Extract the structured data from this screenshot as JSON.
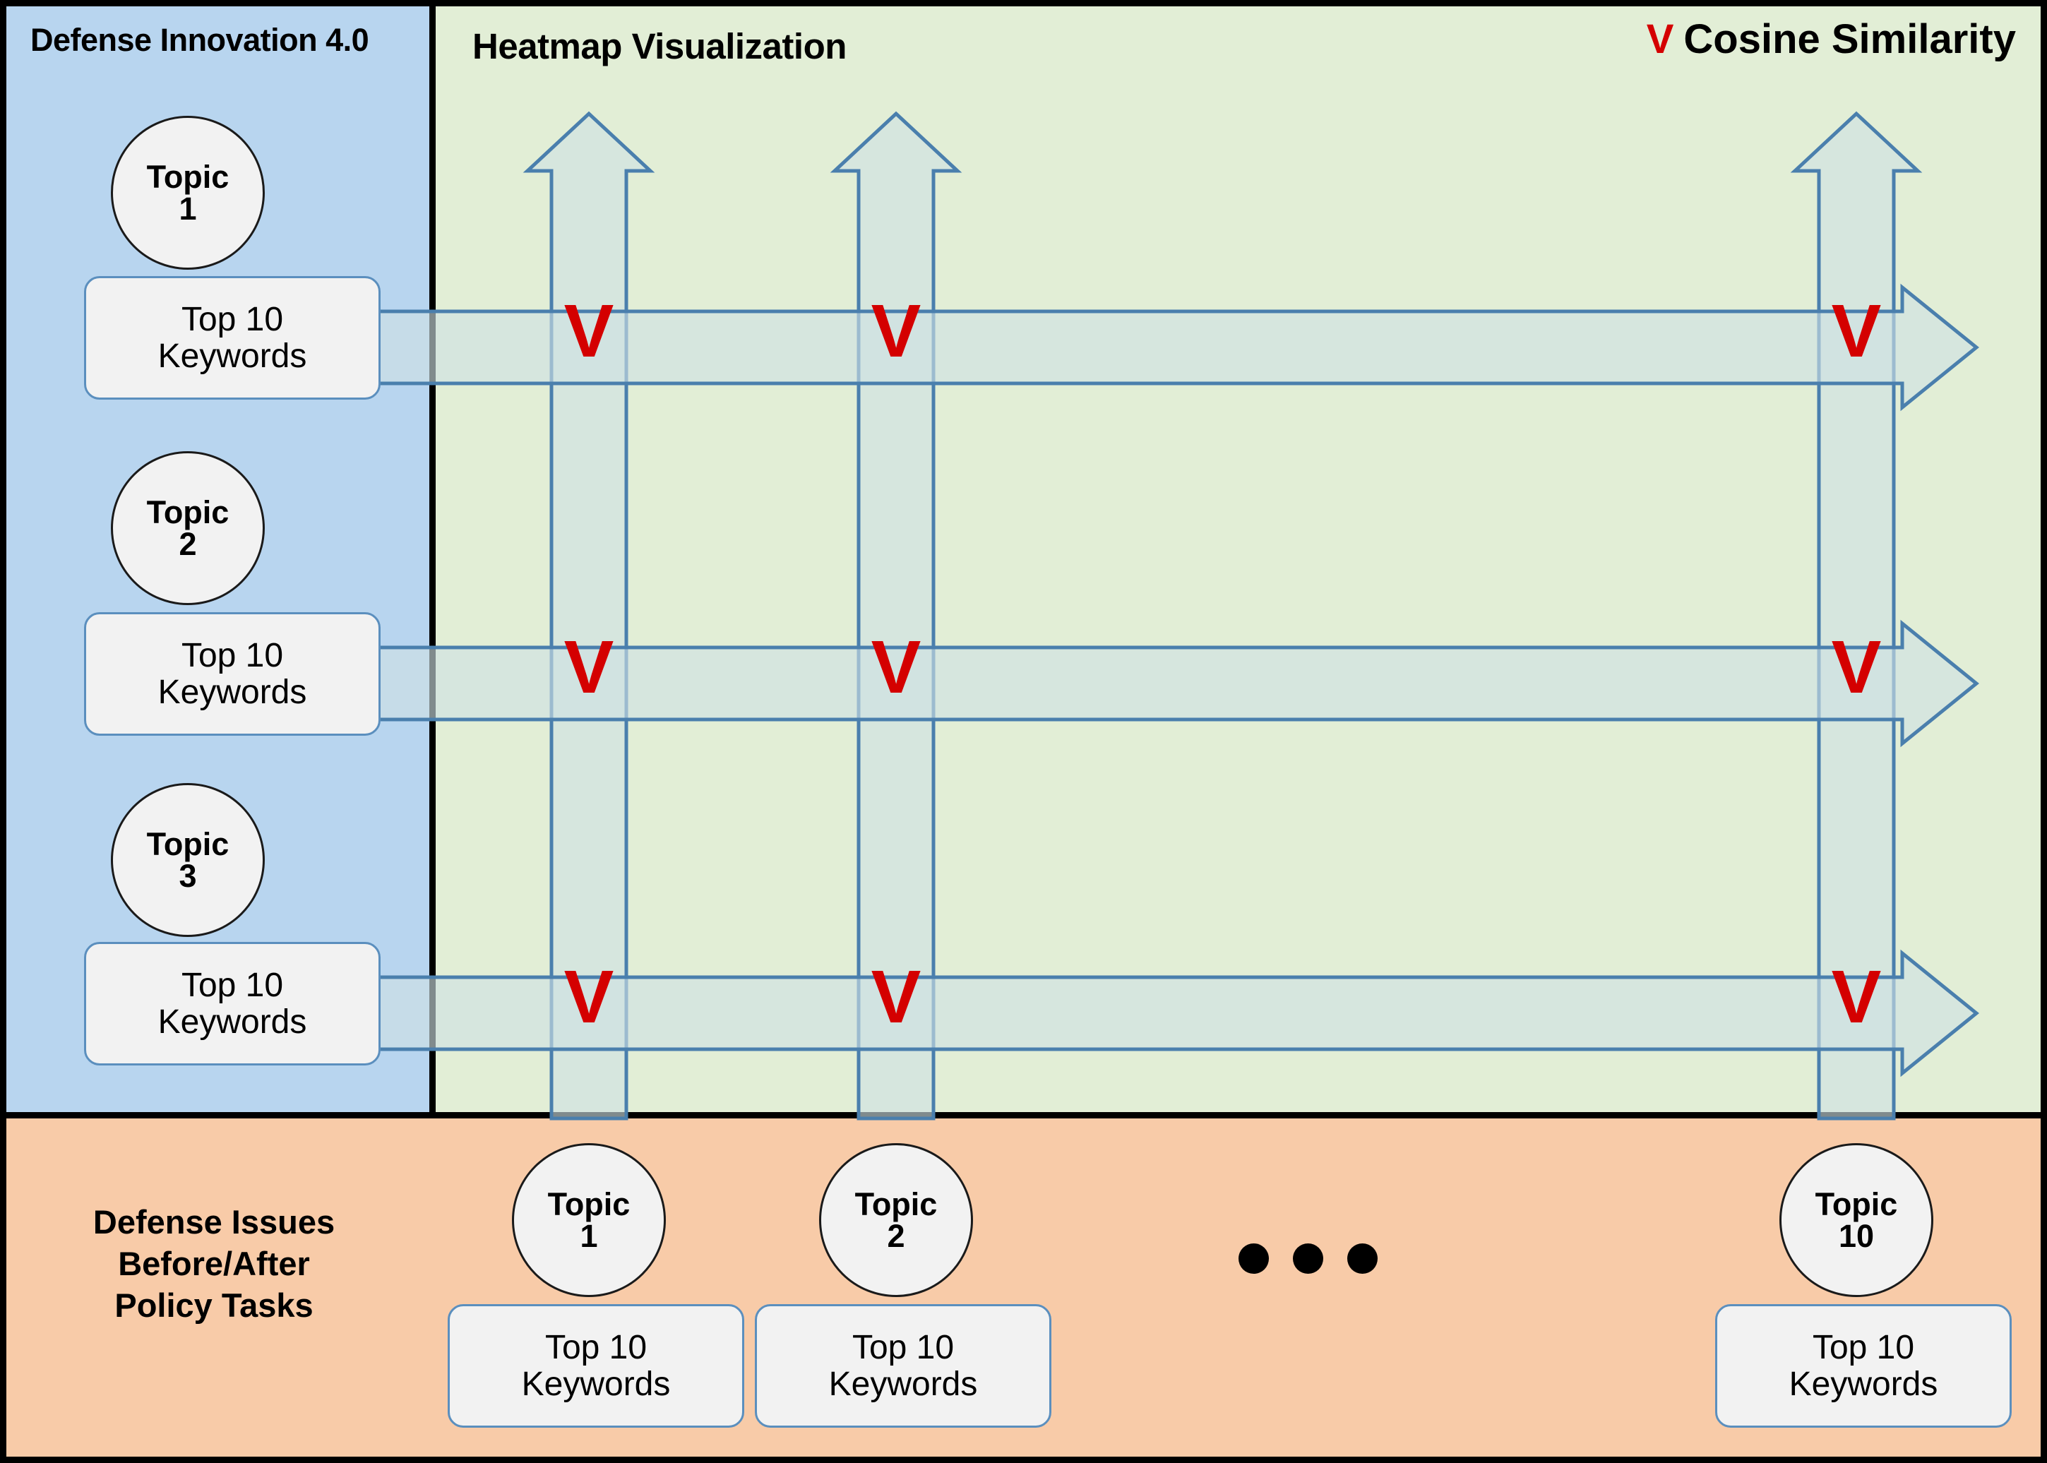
{
  "diagram": {
    "title_left_panel": "Defense Innovation 4.0",
    "title_center_panel": "Heatmap Visualization",
    "bottom_panel_caption_lines": [
      "Defense Issues",
      "Before/After",
      "Policy Tasks"
    ],
    "legend": {
      "marker_glyph": "V",
      "marker_color": "#d40000",
      "label": "Cosine Similarity"
    },
    "colors": {
      "left_panel_bg": "#b8d5ef",
      "center_panel_bg": "#e2eed6",
      "bottom_panel_bg": "#f8cba8",
      "arrow_fill": "#cfe0e4",
      "arrow_stroke": "#4a7fad",
      "node_fill": "#f2f2f2",
      "circle_stroke": "#1a1a1a",
      "keyword_box_stroke": "#5b8fbe",
      "canvas_border": "#000000",
      "marker_red": "#d40000"
    },
    "keyword_box_label_lines": [
      "Top 10",
      "Keywords"
    ],
    "row_topics": [
      {
        "name_line": "Topic",
        "number_line": "1",
        "keywords_line1": "Top 10",
        "keywords_line2": "Keywords"
      },
      {
        "name_line": "Topic",
        "number_line": "2",
        "keywords_line1": "Top 10",
        "keywords_line2": "Keywords"
      },
      {
        "name_line": "Topic",
        "number_line": "3",
        "keywords_line1": "Top 10",
        "keywords_line2": "Keywords"
      }
    ],
    "column_topics": [
      {
        "name_line": "Topic",
        "number_line": "1",
        "keywords_line1": "Top 10",
        "keywords_line2": "Keywords"
      },
      {
        "name_line": "Topic",
        "number_line": "2",
        "keywords_line1": "Top 10",
        "keywords_line2": "Keywords"
      },
      {
        "name_line": "Topic",
        "number_line": "10",
        "keywords_line1": "Top 10",
        "keywords_line2": "Keywords"
      }
    ],
    "ellipsis_dot_count": 3,
    "similarity_markers": {
      "glyph": "V",
      "count": 9,
      "description": "red V at each row-column intersection"
    }
  }
}
